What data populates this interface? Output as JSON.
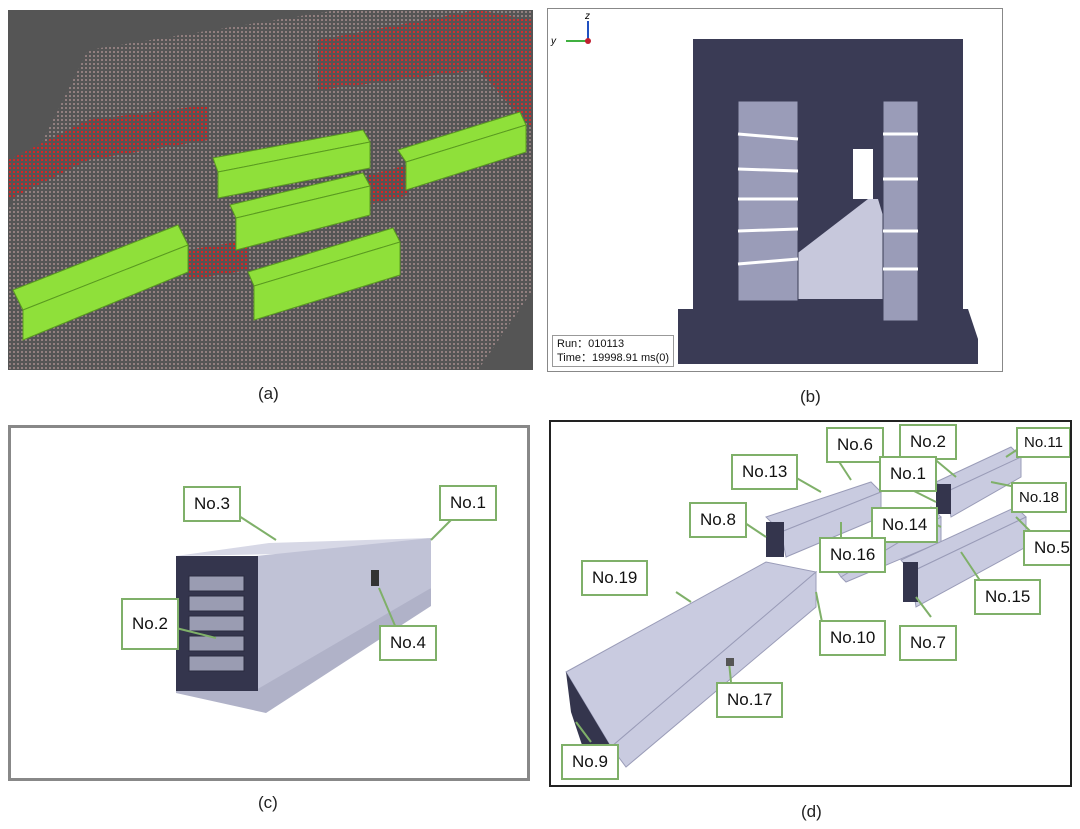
{
  "panels": {
    "a": {
      "caption": "(a)"
    },
    "b": {
      "caption": "(b)",
      "axis_z": "z",
      "axis_y": "y",
      "run": "Run：010113",
      "time": "Time：19998.91 ms(0)"
    },
    "c": {
      "caption": "(c)",
      "labels": [
        "No.3",
        "No.1",
        "No.2",
        "No.4"
      ]
    },
    "d": {
      "caption": "(d)",
      "labels": [
        "No.13",
        "No.6",
        "No.2",
        "No.11",
        "No.1",
        "No.18",
        "No.8",
        "No.14",
        "No.16",
        "No.5",
        "No.19",
        "No.10",
        "No.15",
        "No.7",
        "No.17",
        "No.9"
      ]
    }
  },
  "colors": {
    "green": "#8fe03a",
    "red": "#e02020",
    "building": "#3a3b55",
    "box": "#c9cbe0",
    "label_border": "#7fb069"
  }
}
